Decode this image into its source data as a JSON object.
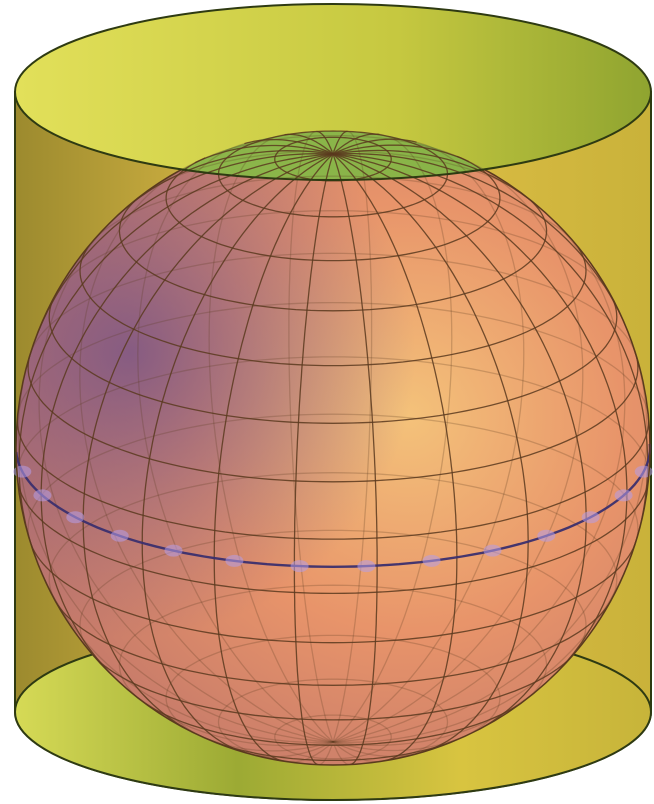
{
  "figure": {
    "kind": "sphere-inscribed-in-cylinder",
    "colors": {
      "background": "#ffffff",
      "cylinder_side_dark": "#9c8a2e",
      "cylinder_side_mid": "#e6c24a",
      "cylinder_side_light": "#c9b23a",
      "cylinder_cap": "#d4d24a",
      "cylinder_outline": "#2e3a12",
      "sphere_shadow": "#7a5a86",
      "sphere_mid": "#e8946a",
      "sphere_highlight": "#f4c27a",
      "sphere_cap_green": "#8fb44e",
      "grid_line": "#5a3a1e",
      "equator": "#3b2f6e",
      "equator_glow": "#b59ce8"
    },
    "grid": {
      "meridians": 24,
      "parallels": 17
    },
    "equator_highlight": true
  }
}
